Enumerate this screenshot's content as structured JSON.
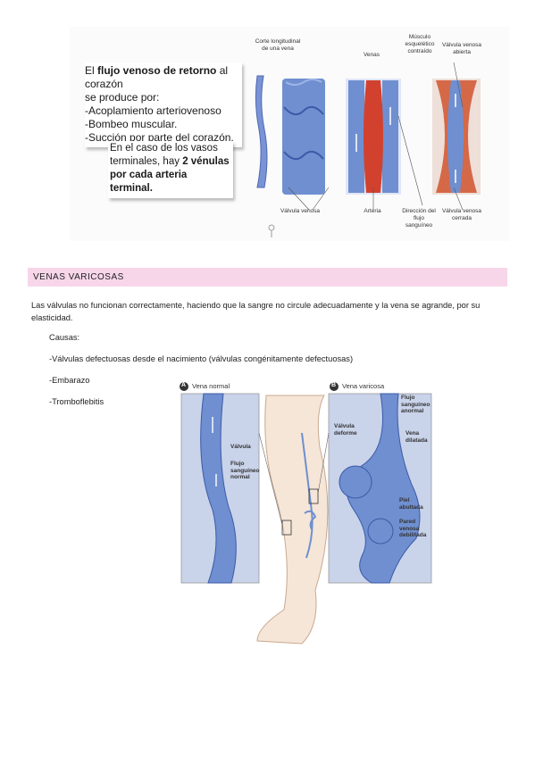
{
  "callout_main": {
    "line1_pre": "El ",
    "line1_bold": "flujo venoso de retorno",
    "line1_post": " al corazón",
    "line2": "se produce por:",
    "items": [
      "-Acoplamiento arteriovenoso",
      "-Bombeo muscular.",
      "-Succión por parte del corazón."
    ]
  },
  "callout_terminal": {
    "pre": "En el caso de los vasos terminales, hay ",
    "bold": "2 vénulas por cada arteria terminal."
  },
  "top_figure_labels": {
    "corte": "Corte longitudinal de una vena",
    "valvula_venosa": "Válvula venosa",
    "venas": "Venas",
    "arteria": "Arteria",
    "musculo": "Músculo esquelético contraído",
    "valvula_abierta": "Válvula venosa abierta",
    "direccion": "Dirección del flujo sanguíneo",
    "valvula_cerrada": "Válvula venosa cerrada"
  },
  "section": {
    "title": "VENAS VARICOSAS"
  },
  "paragraph": "Las válvulas no funcionan correctamente, haciendo que la sangre no circule adecuadamente y la vena se agrande, por su elasticidad.",
  "causes": {
    "heading": "Causas:",
    "items": [
      "-Válvulas defectuosas desde el nacimiento (válvulas congénitamente defectuosas)",
      "-Embarazo",
      "-Tromboflebitis"
    ]
  },
  "bottom_figure_labels": {
    "panel_a": "A",
    "panel_a_title": "Vena normal",
    "panel_b": "B",
    "panel_b_title": "Vena varicosa",
    "valvula": "Válvula",
    "flujo_normal": "Flujo sanguíneo normal",
    "valvula_deforme": "Válvula deforme",
    "flujo_anormal": "Flujo sanguíneo anormal",
    "vena_dilatada": "Vena dilatada",
    "piel_abultada": "Piel abultada",
    "pared_debilitada": "Pared venosa debilitada"
  },
  "colors": {
    "section_bar": "#f7d6ea",
    "vein_blue": "#6f8fd0",
    "artery_red": "#d2412e"
  }
}
